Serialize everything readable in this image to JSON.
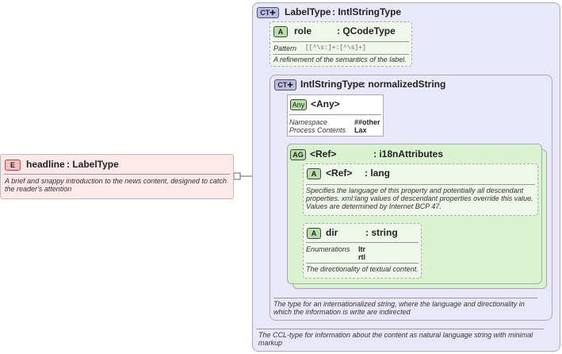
{
  "element": {
    "badge": "E",
    "name": "headline",
    "type": ": LabelType",
    "doc": "A brief and snappy introduction to the news content, designed to catch the reader's attention"
  },
  "labeltype": {
    "badge": "CT",
    "name": "LabelType",
    "type": ": IntlStringType",
    "doc": "The CCL-type for information about the content as natural language string with minimal markup"
  },
  "role_attr": {
    "badge": "A",
    "name": "role",
    "type": ": QCodeType",
    "pattern_label": "Pattern",
    "pattern_value": "[[^\\s:]+:[^\\s]+]",
    "doc": "A refinement of the semantics of the label."
  },
  "intlstringtype": {
    "badge": "CT",
    "name": "IntlStringType",
    "type": ": normalizedString",
    "doc": "The type for an internationalized string, where the language and directionality in which the information is write are indirected"
  },
  "any_attr": {
    "badge": "Any",
    "name": "<Any>",
    "namespace_label": "Namespace",
    "namespace_value": "##other",
    "process_label": "Process Contents",
    "process_value": "Lax"
  },
  "attr_group": {
    "badge": "AG",
    "name": "<Ref>",
    "type": ": i18nAttributes"
  },
  "lang_attr": {
    "badge": "A",
    "name": "<Ref>",
    "type": ": lang",
    "doc": "Specifies the language of this property and potentially all descendant properties. xml:lang values of descendant properties override this value. Values are determined by Internet BCP 47."
  },
  "dir_attr": {
    "badge": "A",
    "name": "dir",
    "type": ": string",
    "enum_label": "Enumerations",
    "enum_values": [
      "ltr",
      "rtl"
    ],
    "doc": "The directionality of textual content."
  },
  "colors": {
    "element_bg": "#fde9e9",
    "element_badge": "#f4c2c2",
    "complex_bg": "#e8e8fa",
    "complex_badge": "#b9bde8",
    "attr_bg": "#eef7ea",
    "attr_badge": "#b7e0a8",
    "group_bg": "#d9f2d0"
  }
}
